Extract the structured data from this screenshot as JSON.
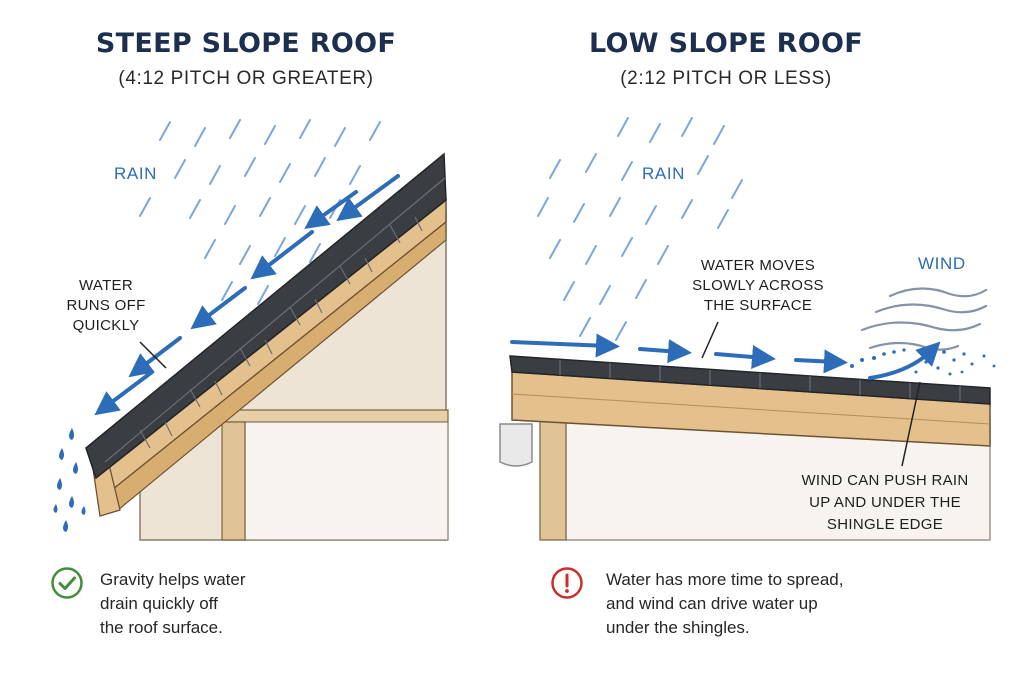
{
  "left_panel": {
    "title": "STEEP SLOPE ROOF",
    "subtitle": "(4:12 PITCH OR GREATER)",
    "rain_label": "RAIN",
    "water_label": [
      "WATER",
      "RUNS OFF",
      "QUICKLY"
    ],
    "note_lines": [
      "Gravity helps water",
      "drain quickly off",
      "the roof surface."
    ],
    "note_icon": "check-circle-icon",
    "note_color": "#3f8f3a"
  },
  "right_panel": {
    "title": "LOW SLOPE ROOF",
    "subtitle": "(2:12 PITCH OR LESS)",
    "rain_label": "RAIN",
    "wind_label": "WIND",
    "water_label": [
      "WATER MOVES",
      "SLOWLY ACROSS",
      "THE SURFACE"
    ],
    "wind_note": [
      "WIND CAN PUSH RAIN",
      "UP AND UNDER THE",
      "SHINGLE EDGE"
    ],
    "note_lines": [
      "Water has more time to spread,",
      "and wind can drive water up",
      "under the shingles."
    ],
    "note_icon": "exclamation-circle-icon",
    "note_color": "#c9302c"
  },
  "colors": {
    "water_arrow": "#2c6cb8",
    "rain": "#7aa7d8",
    "wind": "#8593a6",
    "shingle": "#3a3d42",
    "fascia": "#e4c08c",
    "wall": "#eee4d6"
  }
}
